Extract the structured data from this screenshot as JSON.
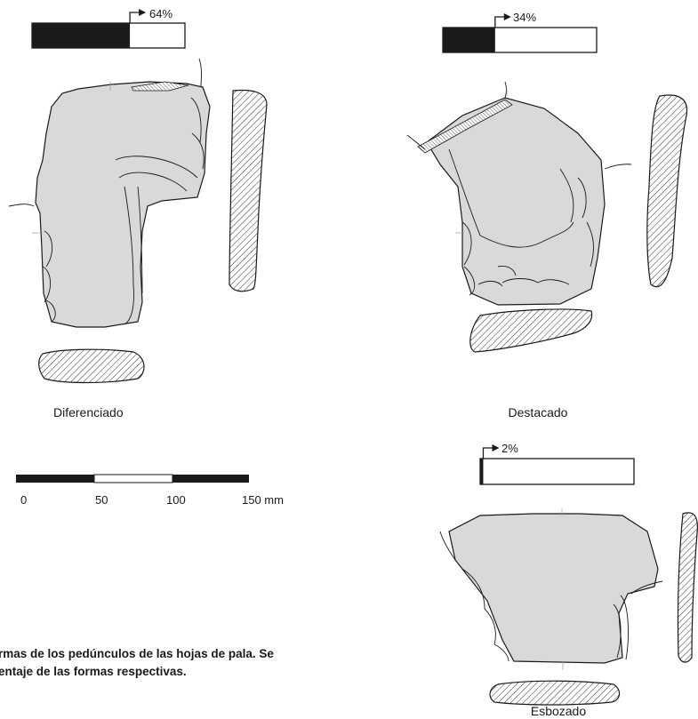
{
  "blades": [
    {
      "name": "Diferenciado",
      "percent_label": "64%",
      "percent": 64
    },
    {
      "name": "Destacado",
      "percent_label": "34%",
      "percent": 34
    },
    {
      "name": "Esbozado",
      "percent_label": "2%",
      "percent": 2
    }
  ],
  "scale": {
    "ticks": [
      "0",
      "50",
      "100",
      "150 mm"
    ]
  },
  "caption": {
    "line1": "rmas de los pedúnculos de las hojas de pala. Se",
    "line2": "entaje de las formas respectivas."
  },
  "colors": {
    "fill": "#d9d9d9",
    "stroke": "#1a1a1a",
    "bar_dark": "#1a1a1a"
  }
}
